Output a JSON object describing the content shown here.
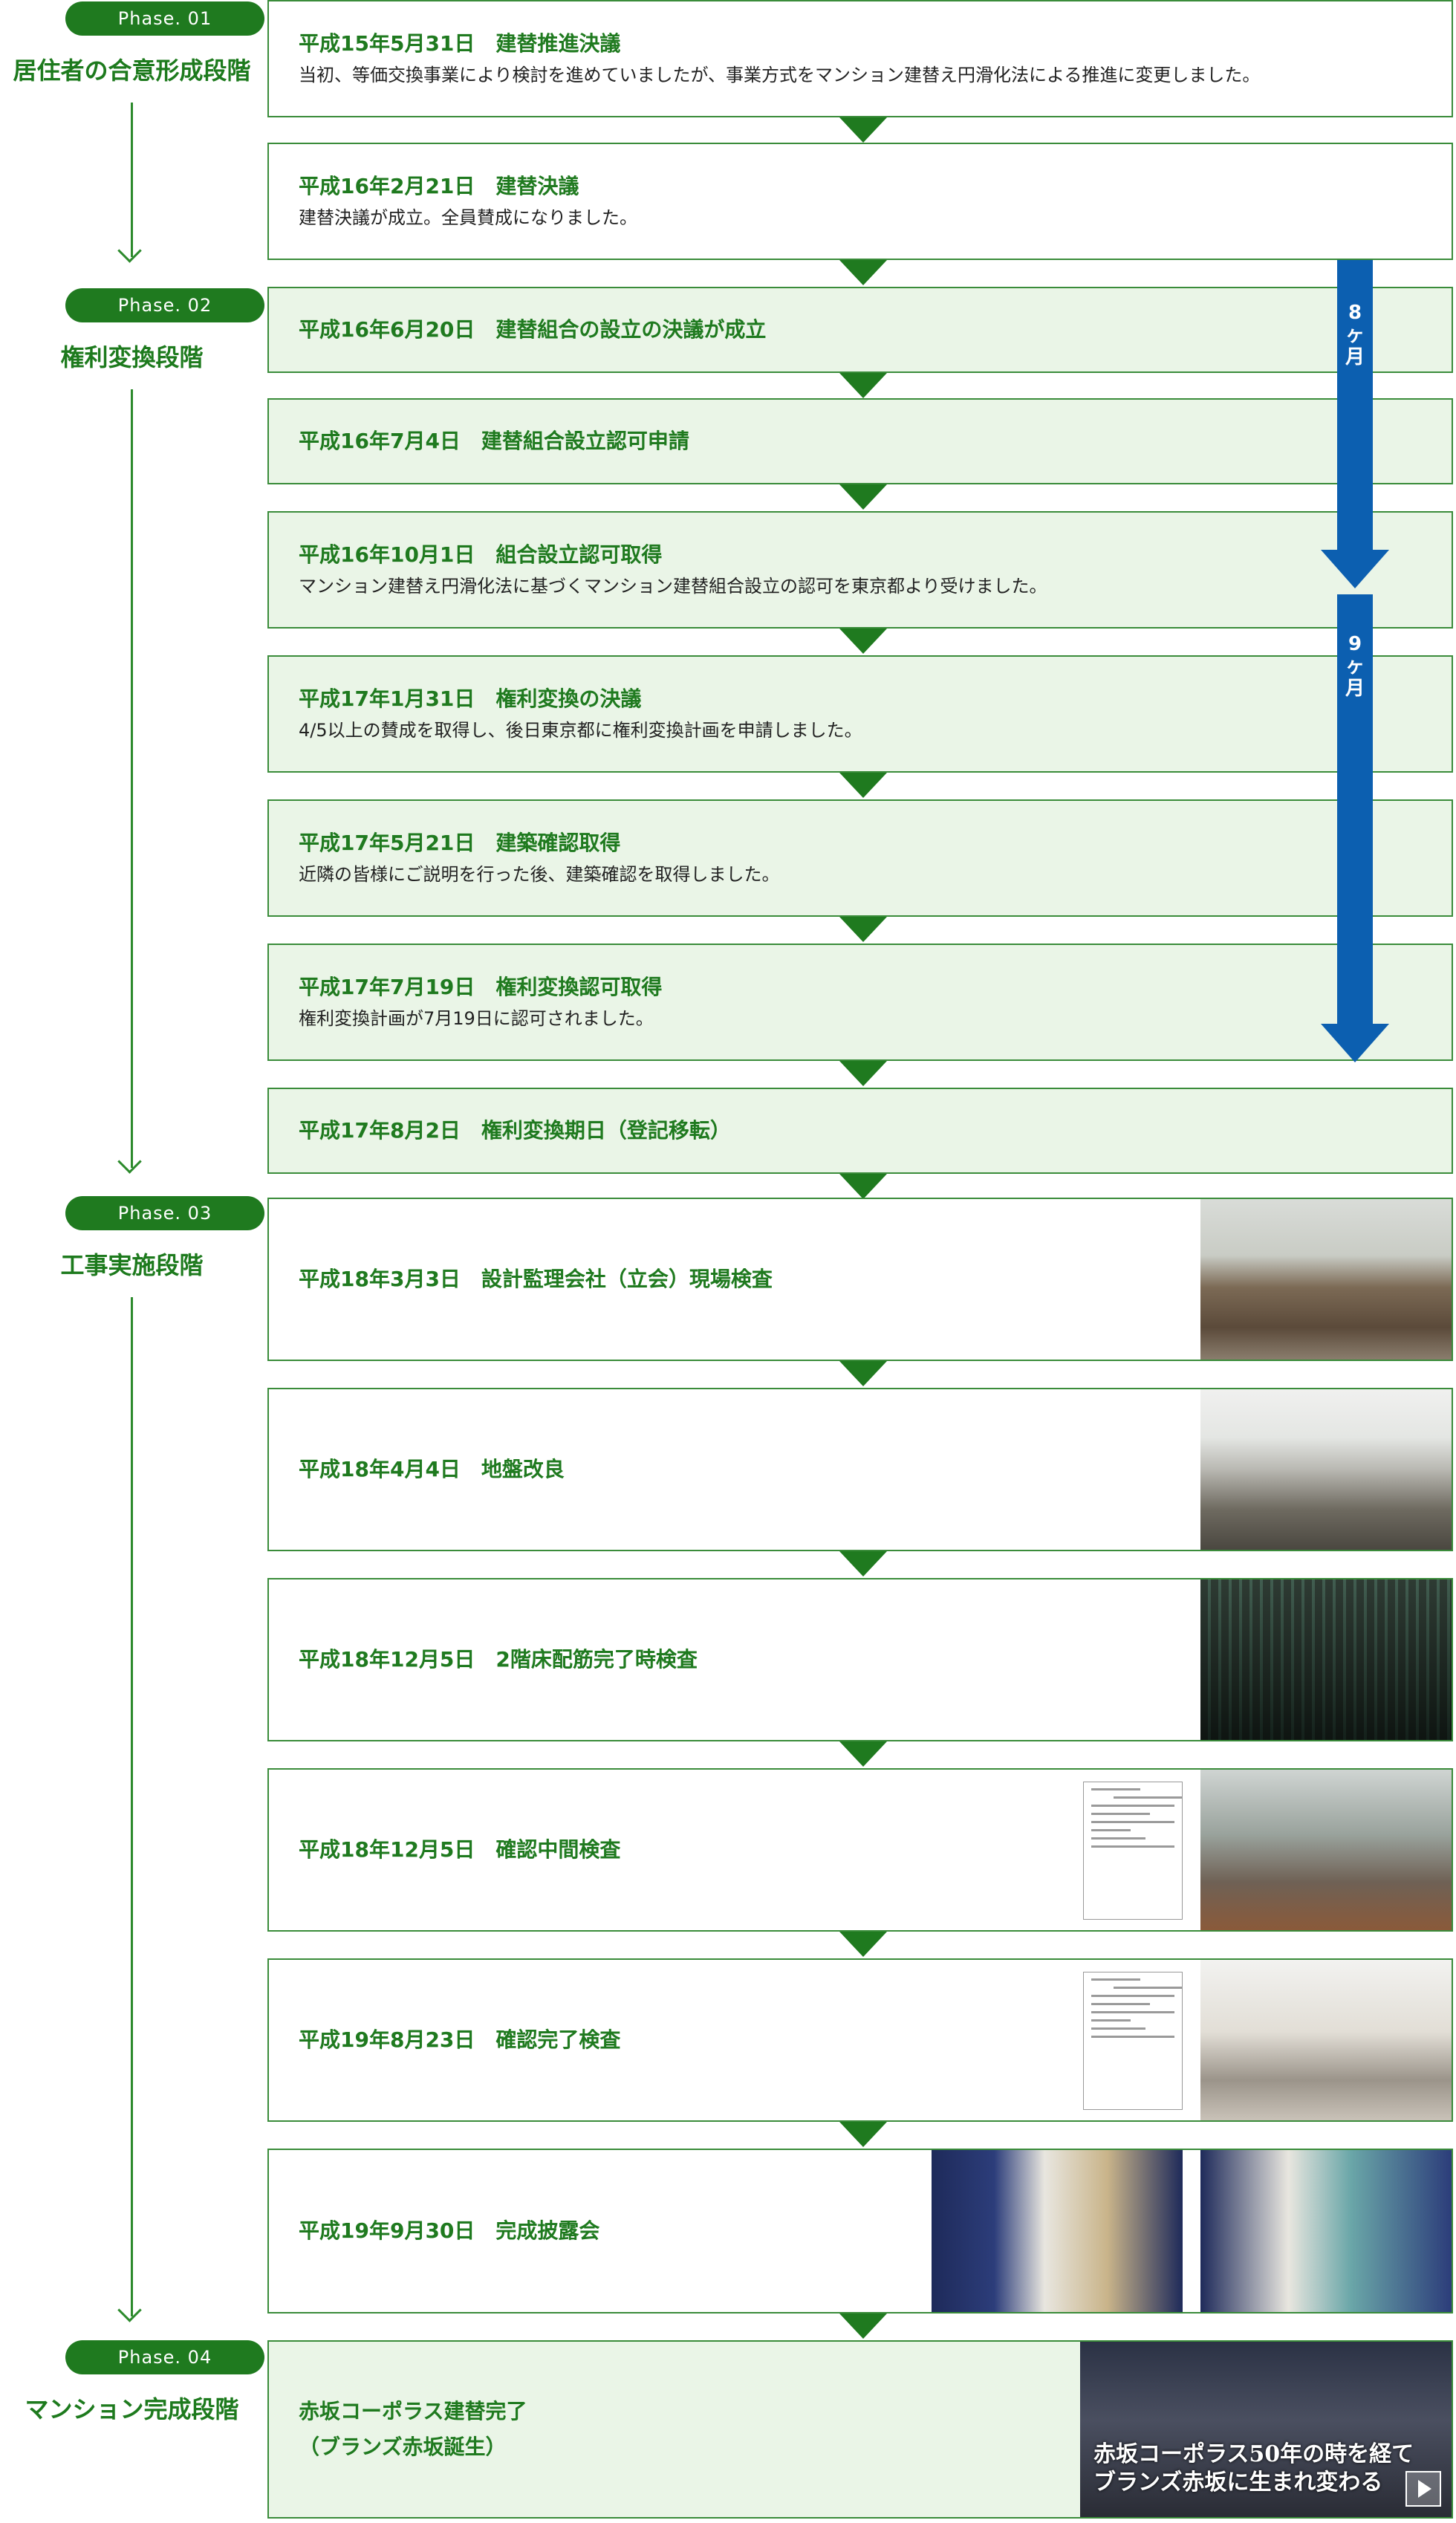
{
  "phases": [
    {
      "badge": "Phase. 01",
      "title": "居住者の合意形成段階"
    },
    {
      "badge": "Phase. 02",
      "title": "権利変換段階"
    },
    {
      "badge": "Phase. 03",
      "title": "工事実施段階"
    },
    {
      "badge": "Phase. 04",
      "title": "マンション完成段階"
    }
  ],
  "events": [
    {
      "title": "平成15年5月31日　建替推進決議",
      "desc": "当初、等価交換事業により検討を進めていましたが、事業方式をマンション建替え円滑化法による推進に変更しました。"
    },
    {
      "title": "平成16年2月21日　建替決議",
      "desc": "建替決議が成立。全員賛成になりました。"
    },
    {
      "title": "平成16年6月20日　建替組合の設立の決議が成立"
    },
    {
      "title": "平成16年7月4日　建替組合設立認可申請"
    },
    {
      "title": "平成16年10月1日　組合設立認可取得",
      "desc": "マンション建替え円滑化法に基づくマンション建替組合設立の認可を東京都より受けました。"
    },
    {
      "title": "平成17年1月31日　権利変換の決議",
      "desc": "4/5以上の賛成を取得し、後日東京都に権利変換計画を申請しました。"
    },
    {
      "title": "平成17年5月21日　建築確認取得",
      "desc": "近隣の皆様にご説明を行った後、建築確認を取得しました。"
    },
    {
      "title": "平成17年7月19日　権利変換認可取得",
      "desc": "権利変換計画が7月19日に認可されました。"
    },
    {
      "title": "平成17年8月2日　権利変換期日（登記移転）"
    },
    {
      "title": "平成18年3月3日　設計監理会社（立会）現場検査"
    },
    {
      "title": "平成18年4月4日　地盤改良"
    },
    {
      "title": "平成18年12月5日　2階床配筋完了時検査"
    },
    {
      "title": "平成18年12月5日　確認中間検査"
    },
    {
      "title": "平成19年8月23日　確認完了検査"
    },
    {
      "title": "平成19年9月30日　完成披露会"
    },
    {
      "title": "赤坂コーポラス建替完了",
      "title2": "（ブランズ赤坂誕生）"
    }
  ],
  "durations": [
    {
      "label1": "8",
      "label2": "ヶ",
      "label3": "月"
    },
    {
      "label1": "9",
      "label2": "ヶ",
      "label3": "月"
    }
  ],
  "banner": {
    "line1": "赤坂コーポラス50年の時を経て",
    "line2": "ブランズ赤坂に生まれ変わる"
  },
  "icons": {
    "phase_arrow": "arrow-down-icon",
    "connector": "triangle-down-icon",
    "duration": "duration-arrow-icon",
    "play": "play-icon"
  },
  "colors": {
    "green": "#1f7a1f",
    "light_green": "#eaf5e7",
    "blue": "#0c5fb0",
    "border": "#3a8c3a"
  }
}
